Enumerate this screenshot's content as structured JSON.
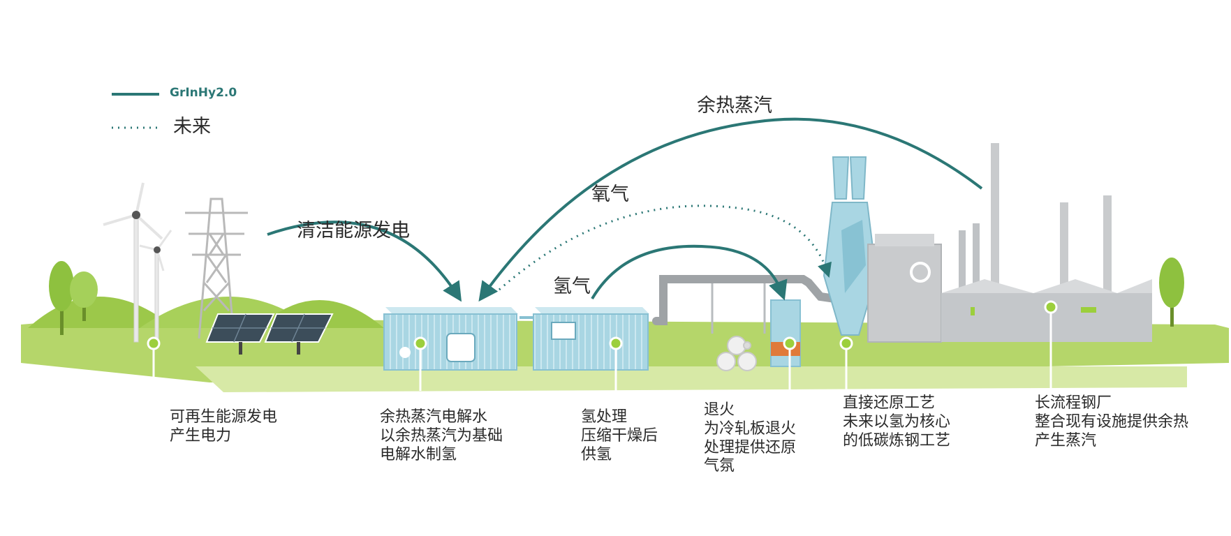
{
  "colors": {
    "flow_teal": "#2b7775",
    "grass_light": "#b5d66a",
    "grass_dark": "#8cbf3a",
    "container_blue": "#a9d6e3",
    "plant_gray": "#c9cbcd",
    "connector_green": "#9ccf3c"
  },
  "legend": {
    "current_label": "GrInHy2.0",
    "future_label": "未来"
  },
  "flows": {
    "clean_power": "清洁能源发电",
    "waste_heat_steam": "余热蒸汽",
    "oxygen": "氧气",
    "hydrogen": "氢气"
  },
  "stations": [
    {
      "lines": [
        "可再生能源发电",
        "产生电力"
      ]
    },
    {
      "lines": [
        "余热蒸汽电解水",
        "以余热蒸汽为基础",
        "电解水制氢"
      ]
    },
    {
      "lines": [
        "氢处理",
        "压缩干燥后",
        "供氢"
      ]
    },
    {
      "lines": [
        "退火",
        "为冷轧板退火",
        "处理提供还原",
        "气氛"
      ]
    },
    {
      "lines": [
        "直接还原工艺",
        "未来以氢为核心",
        "的低碳炼钢工艺"
      ]
    },
    {
      "lines": [
        "长流程钢厂",
        "整合现有设施提供余热",
        "产生蒸汽"
      ]
    }
  ]
}
